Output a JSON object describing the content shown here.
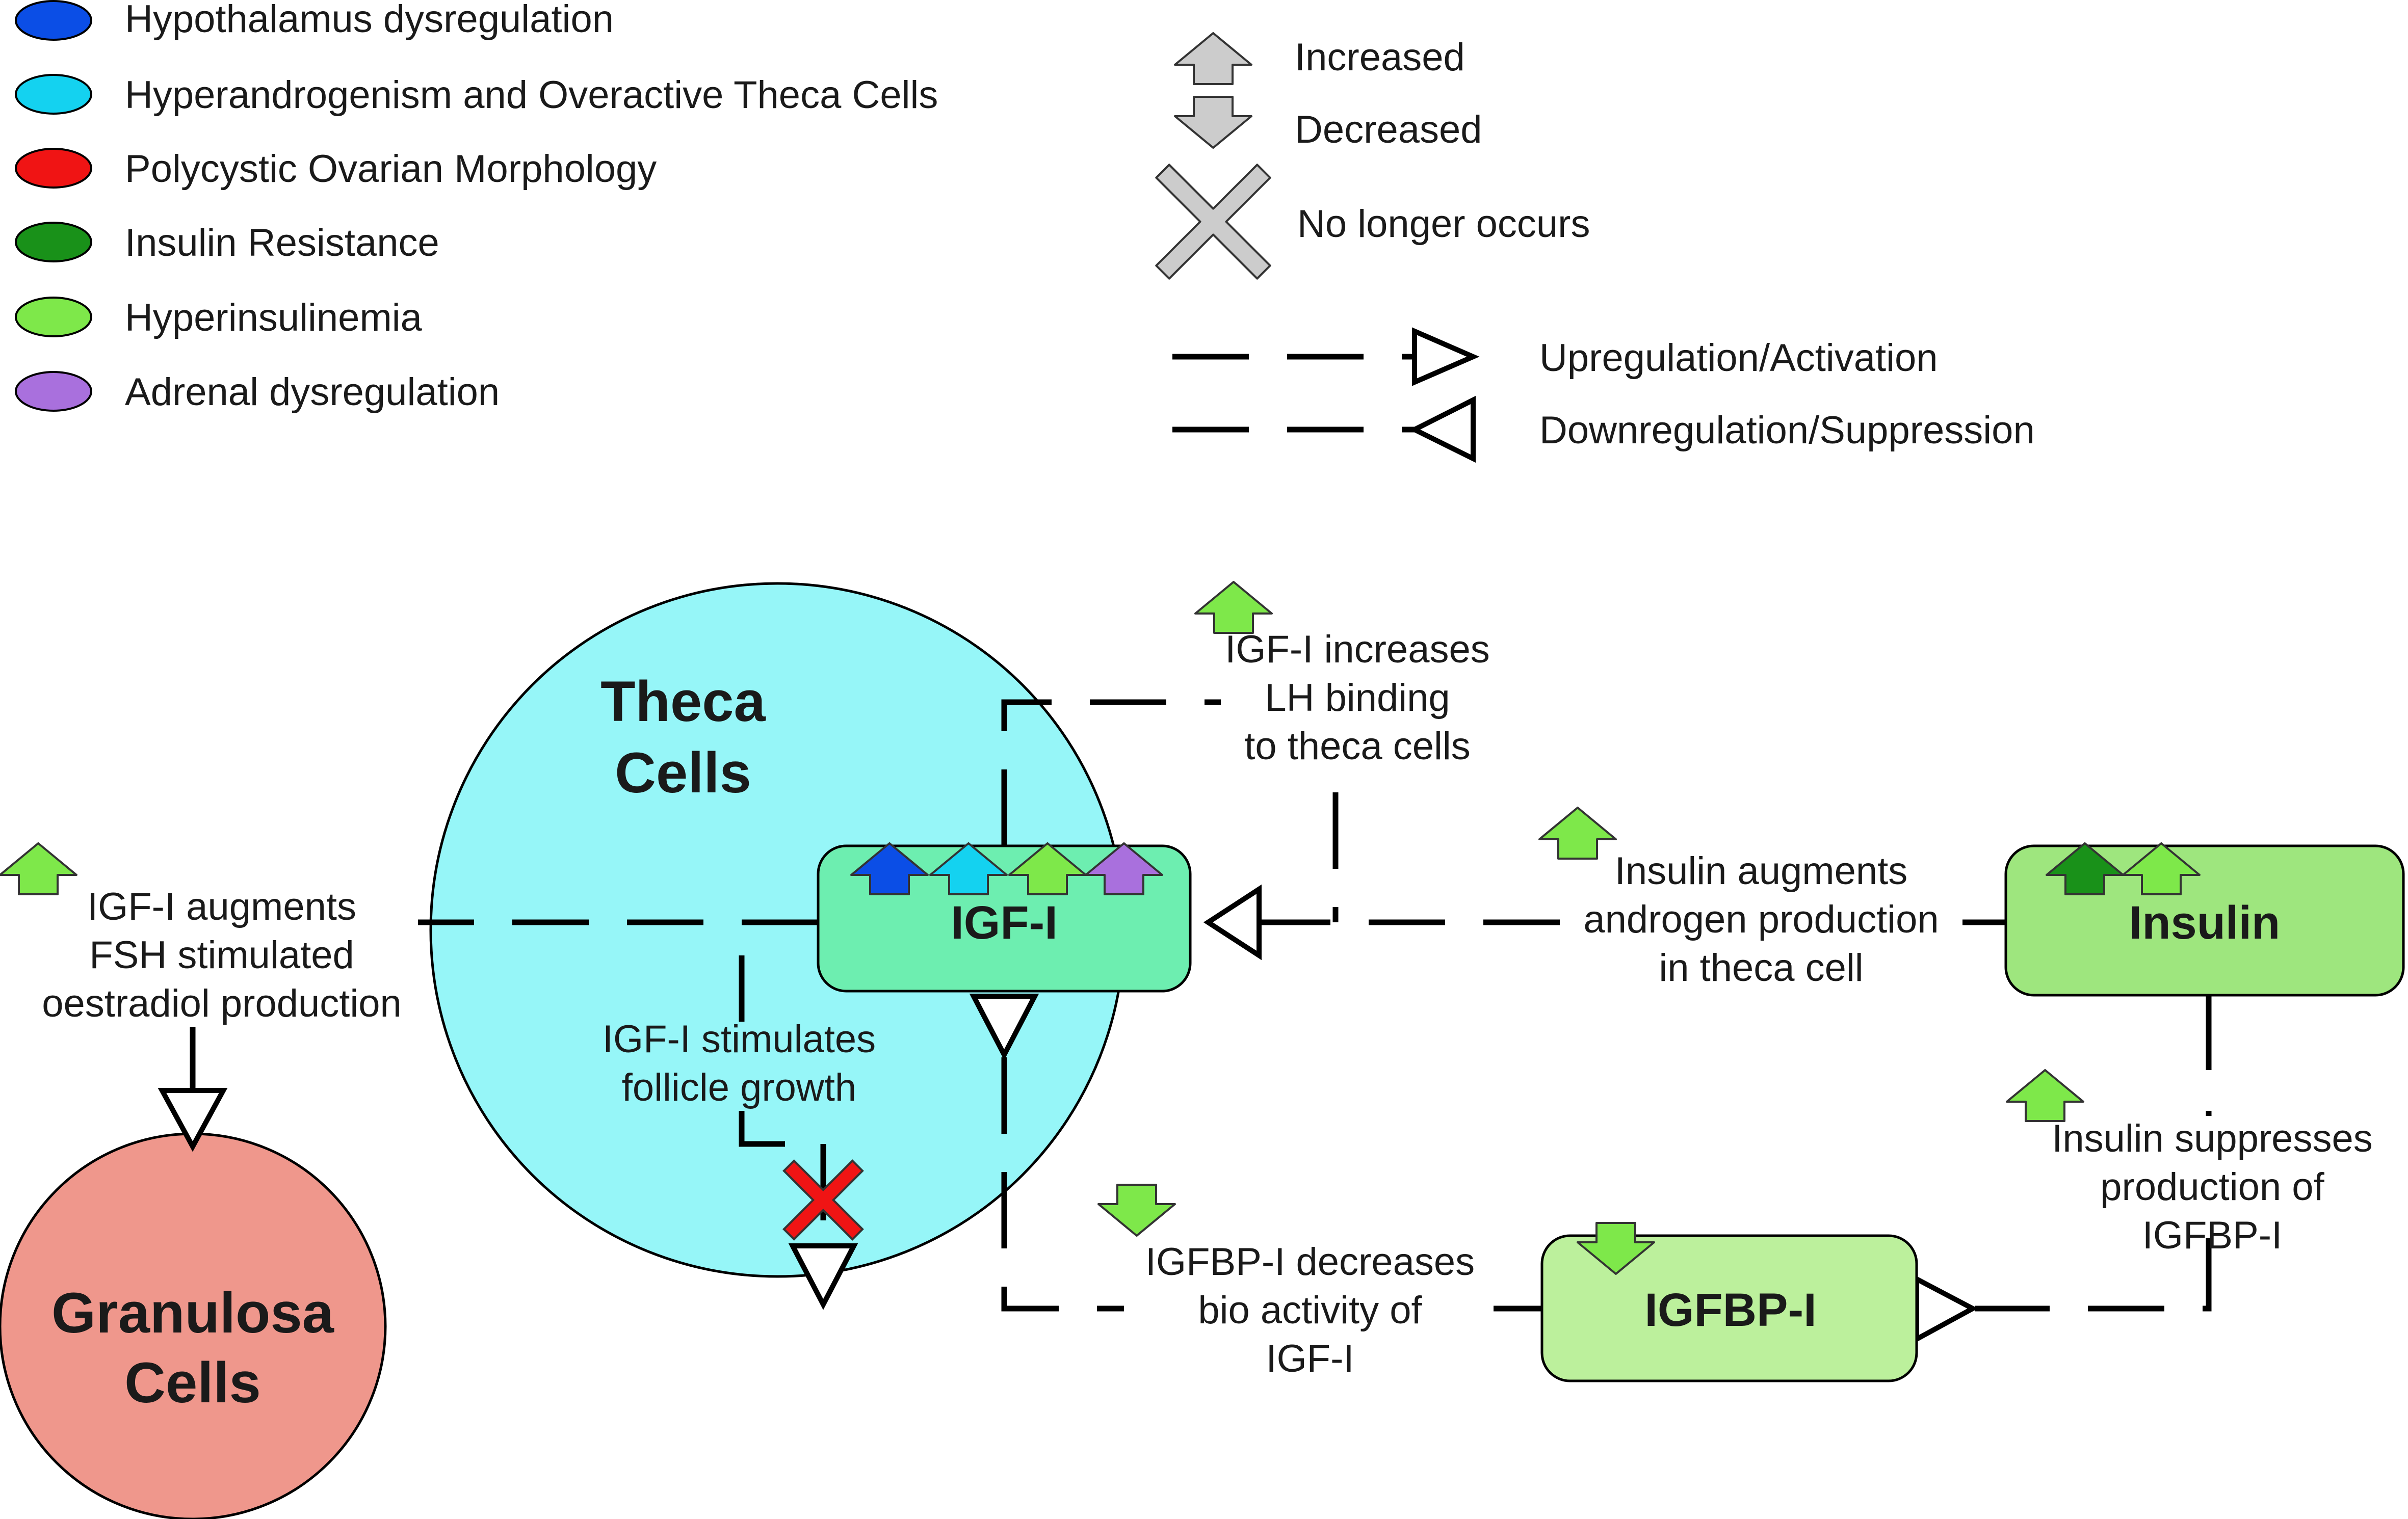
{
  "legend": {
    "items": [
      {
        "label": "Hypothalamus dysregulation",
        "color": "#0b4ee6"
      },
      {
        "label": "Hyperandrogenism and Overactive Theca Cells",
        "color": "#14d2f0"
      },
      {
        "label": "Polycystic Ovarian Morphology",
        "color": "#f01414"
      },
      {
        "label": "Insulin Resistance",
        "color": "#199119"
      },
      {
        "label": "Hyperinsulinemia",
        "color": "#7ee84a"
      },
      {
        "label": "Adrenal dysregulation",
        "color": "#a970dd"
      }
    ],
    "increased": "Increased",
    "decreased": "Decreased",
    "no_longer": "No longer occurs",
    "upregulation": "Upregulation/Activation",
    "downregulation": "Downregulation/Suppression",
    "arrow_gray": "#cccccc"
  },
  "nodes": {
    "theca": {
      "line1": "Theca",
      "line2": "Cells",
      "color": "#96f6f8"
    },
    "granulosa": {
      "line1": "Granulosa",
      "line2": "Cells",
      "color": "#ef978c"
    },
    "igf": {
      "label": "IGF-I",
      "color": "#6deeb0"
    },
    "insulin": {
      "label": "Insulin",
      "color": "#9ee67e"
    },
    "igfbp": {
      "label": "IGFBP-I",
      "color": "#bcf09c"
    }
  },
  "annotations": {
    "lh": [
      "IGF-I increases",
      "LH binding",
      "to theca cells"
    ],
    "fsh": [
      "IGF-I augments",
      "FSH stimulated",
      "oestradiol production"
    ],
    "androgen": [
      "Insulin augments",
      "androgen production",
      "in theca cell"
    ],
    "follicle": [
      "IGF-I stimulates",
      "follicle growth"
    ],
    "suppress": [
      "Insulin suppresses",
      "production of",
      "IGFBP-I"
    ],
    "bio": [
      "IGFBP-I decreases",
      "bio activity of",
      "IGF-I"
    ]
  }
}
